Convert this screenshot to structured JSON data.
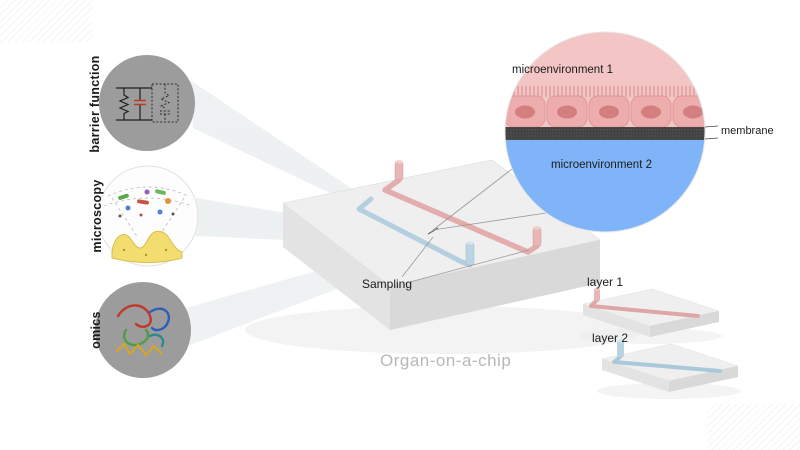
{
  "canvas": {
    "bg": "#ffffff",
    "watermark": "Organ-on-a-chip",
    "watermark_color": "#b8b8b8"
  },
  "insets": [
    {
      "id": "barrier-function",
      "label": "barrier function"
    },
    {
      "id": "microscopy",
      "label": "microscopy"
    },
    {
      "id": "omics",
      "label": "omics"
    }
  ],
  "chip": {
    "sampling_label": "Sampling"
  },
  "detail": {
    "microenvironment1_label": "microenvironment 1",
    "membrane_label": "membrane",
    "microenvironment2_label": "microenvironment 2",
    "colors": {
      "top": "#f4c5c5",
      "cell": "#edadad",
      "nucleus": "#d47f7f",
      "membrane": "#414141",
      "bottom": "#7fb5f8"
    }
  },
  "layers": [
    {
      "label": "layer 1",
      "channel_color": "#dfa6a6"
    },
    {
      "label": "layer 2",
      "channel_color": "#a9c9da"
    }
  ],
  "colors": {
    "inset_gray": "#9c9c9c",
    "chip_top": "#efefef",
    "chip_front": "#e3e3e3",
    "chip_side": "#d9d9d9",
    "pink_channel": "#e3adad",
    "blue_channel": "#b4cfdf",
    "beam": "#ccd6d6"
  }
}
